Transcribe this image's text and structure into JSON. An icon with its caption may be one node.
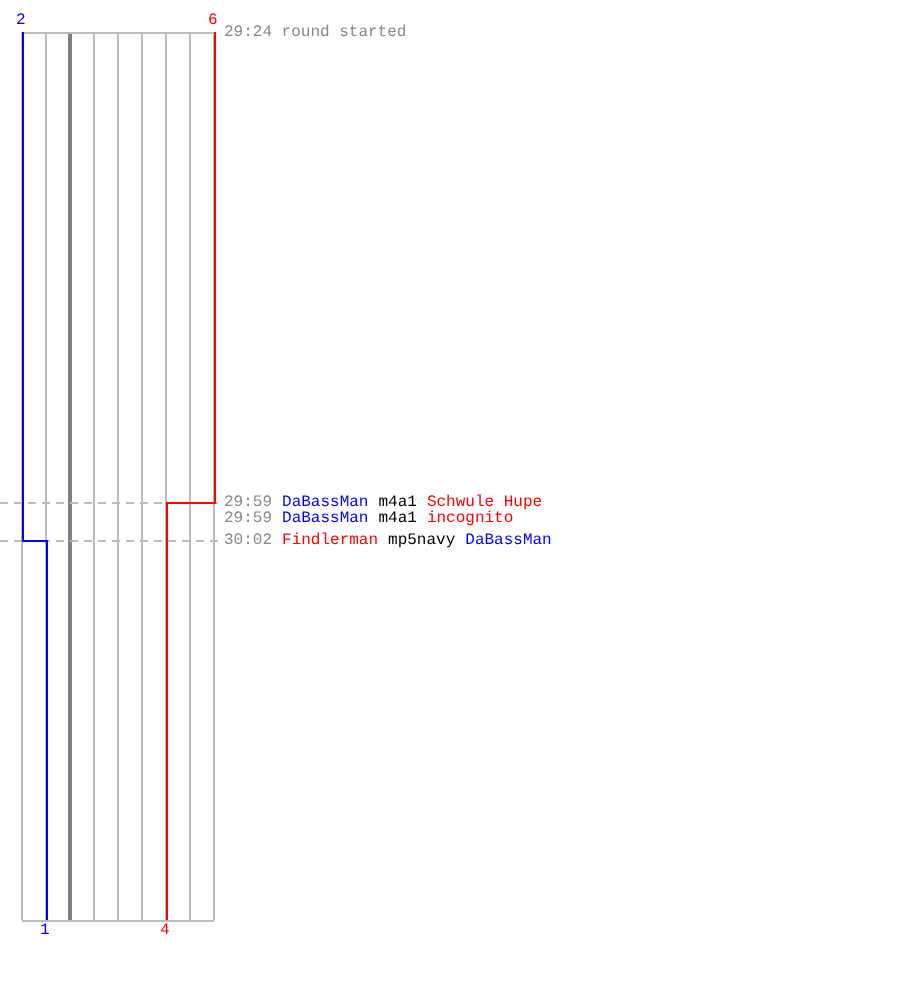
{
  "diagram": {
    "labels": [
      "2",
      "6",
      "29:24 round started",
      "29:59",
      "DaBassMan",
      "m4a1",
      "Schwule Hupe",
      "29:59",
      "DaBassMan",
      "m4a1",
      "incognito",
      "30:02",
      "Findlerman",
      "mp5navy",
      "DaBassMan",
      "1",
      "4"
    ]
  }
}
